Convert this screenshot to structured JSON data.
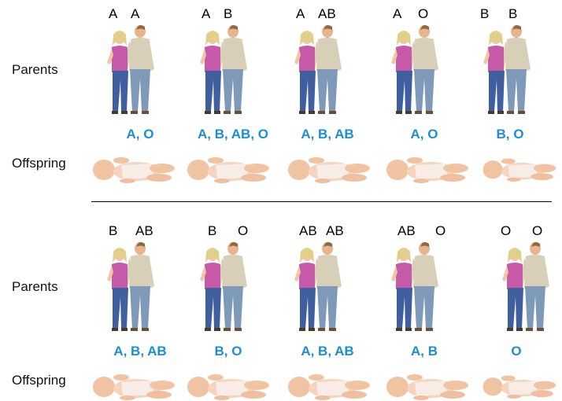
{
  "labels": {
    "parents": "Parents",
    "offspring": "Offspring"
  },
  "colors": {
    "offspring_text": "#1a8fd6",
    "shirt_female": "#c65aa8",
    "shirt_male": "#cfc7ae",
    "jeans": "#3f5f9e",
    "skin": "#f2c5a2"
  },
  "icons": {
    "couple": "parents-couple-icon",
    "baby": "baby-icon"
  },
  "rows": [
    {
      "crosses": [
        {
          "parents": [
            "A",
            "A"
          ],
          "offspring": "A, O"
        },
        {
          "parents": [
            "A",
            "B"
          ],
          "offspring": "A, B, AB, O"
        },
        {
          "parents": [
            "A",
            "AB"
          ],
          "offspring": "A, B, AB"
        },
        {
          "parents": [
            "A",
            "O"
          ],
          "offspring": "A, O"
        },
        {
          "parents": [
            "B",
            "B"
          ],
          "offspring": "B, O"
        }
      ]
    },
    {
      "crosses": [
        {
          "parents": [
            "B",
            "AB"
          ],
          "offspring": "A, B, AB"
        },
        {
          "parents": [
            "B",
            "O"
          ],
          "offspring": "B, O"
        },
        {
          "parents": [
            "AB",
            "AB"
          ],
          "offspring": "A, B, AB"
        },
        {
          "parents": [
            "AB",
            "O"
          ],
          "offspring": "A, B"
        },
        {
          "parents": [
            "O",
            "O"
          ],
          "offspring": "O"
        }
      ]
    }
  ]
}
